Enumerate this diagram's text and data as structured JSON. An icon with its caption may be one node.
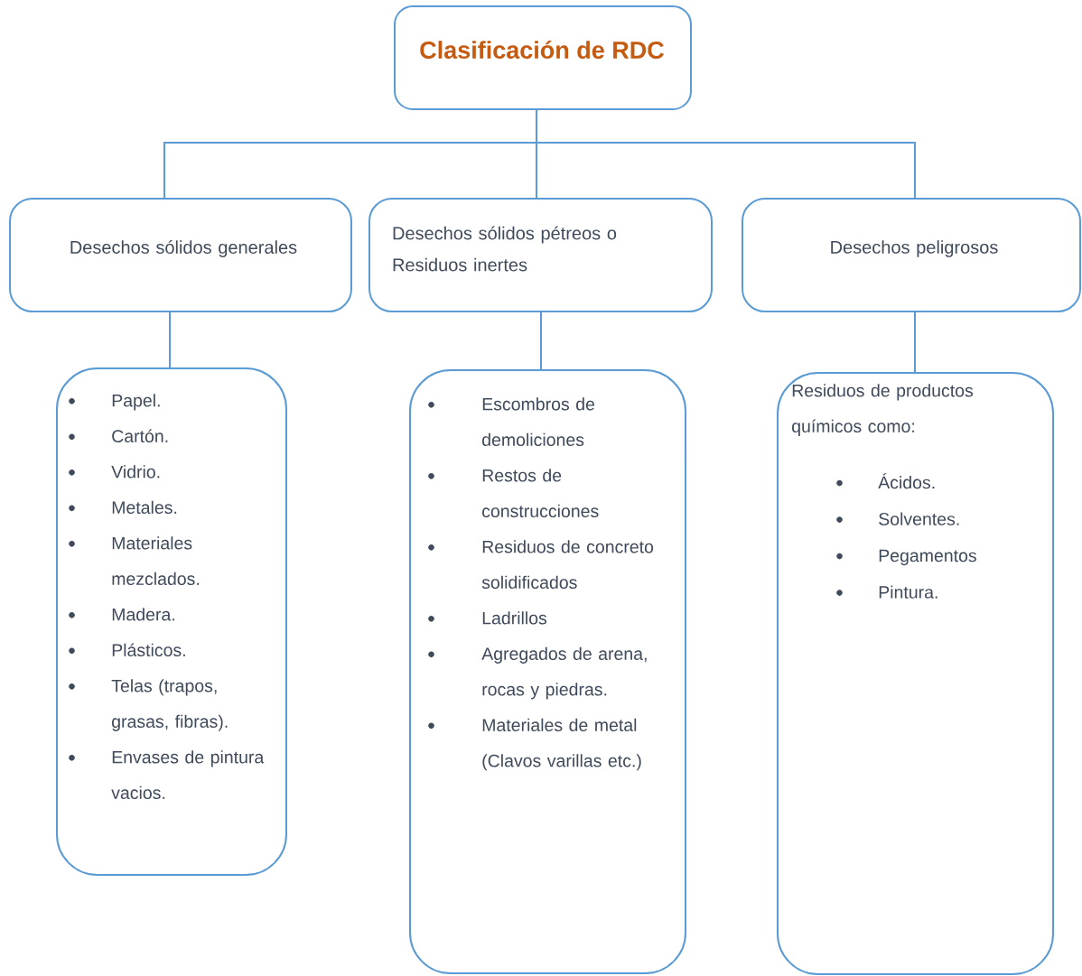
{
  "diagram": {
    "nodes": [
      {
        "text": [
          "Clasificación de RDC"
        ]
      },
      {
        "text": [
          "Desechos sólidos generales"
        ]
      },
      {
        "text": [
          "Desechos sólidos pétreos o Residuos inertes"
        ]
      },
      {
        "text": [
          "Desechos peligrosos"
        ]
      },
      {
        "text": [
          "Papel.",
          "Cartón.",
          "Vidrio.",
          "Metales.",
          "Materiales mezclados.",
          "Madera.",
          "Plásticos.",
          "Telas (trapos, grasas, fibras).",
          "Envases de pintura vacios."
        ]
      },
      {
        "text": [
          "Escombros de demoliciones",
          "Restos de construcciones",
          "Residuos de concreto solidificados",
          "Ladrillos",
          "Agregados de arena, rocas y piedras.",
          "Materiales de metal (Clavos varillas etc.)"
        ]
      },
      {
        "text": [
          "Residuos de productos químicos como:",
          "Ácidos.",
          "Solventes.",
          "Pegamentos",
          "Pintura."
        ]
      }
    ],
    "edges": [
      {
        "from": 0,
        "to": 1,
        "arrow": "none"
      },
      {
        "from": 0,
        "to": 2,
        "arrow": "none"
      },
      {
        "from": 0,
        "to": 3,
        "arrow": "none"
      },
      {
        "from": 1,
        "to": 4,
        "arrow": "none"
      },
      {
        "from": 2,
        "to": 5,
        "arrow": "none"
      },
      {
        "from": 3,
        "to": 6,
        "arrow": "none"
      }
    ]
  }
}
